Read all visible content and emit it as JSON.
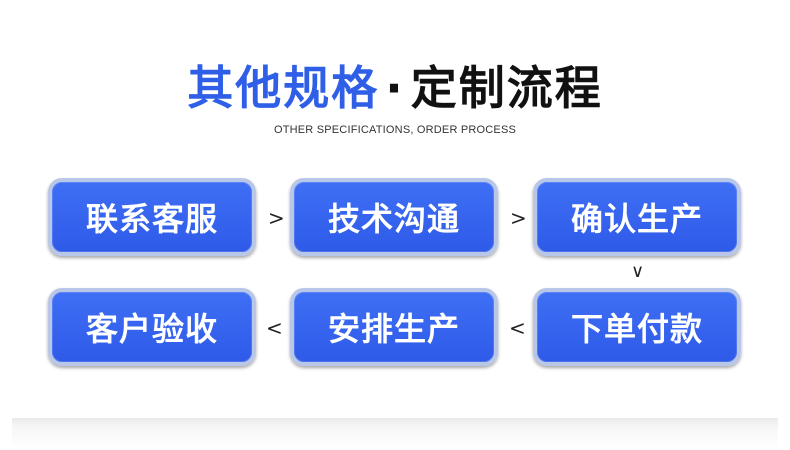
{
  "header": {
    "title_blue": "其他规格",
    "title_dot": "·",
    "title_black": "定制流程",
    "subtitle": "OTHER SPECIFICATIONS, ORDER PROCESS"
  },
  "steps": [
    {
      "label": "联系客服"
    },
    {
      "label": "技术沟通"
    },
    {
      "label": "确认生产"
    },
    {
      "label": "下单付款"
    },
    {
      "label": "安排生产"
    },
    {
      "label": "客户验收"
    }
  ],
  "arrows": {
    "right": ">",
    "left": "<",
    "down": "∨"
  },
  "colors": {
    "accent_blue": "#2f5fe6",
    "step_fill": "#3a67f0",
    "step_border": "#b8c6e8"
  }
}
